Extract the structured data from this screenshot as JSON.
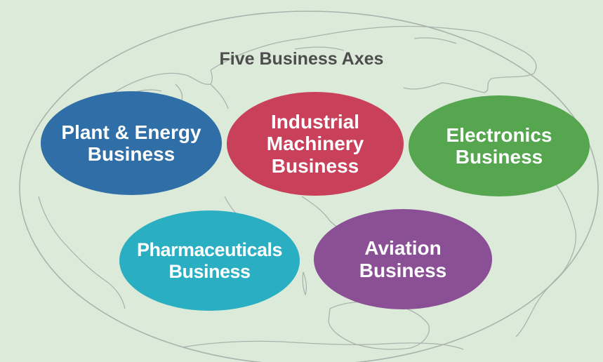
{
  "title": "Five Business Axes",
  "colors": {
    "background": "#dcebd9",
    "map_line": "#a9b3ad",
    "title": "#4d4d4d",
    "plant": "#2f6ea6",
    "industrial": "#c9405a",
    "electronics": "#56a650",
    "pharmaceuticals": "#2aaec2",
    "aviation": "#8b4f96"
  },
  "bubbles": {
    "plant": {
      "line1": "Plant & Energy",
      "line2": "Business"
    },
    "industrial": {
      "line1": "Industrial",
      "line2": "Machinery",
      "line3": "Business"
    },
    "electronics": {
      "line1": "Electronics",
      "line2": "Business"
    },
    "pharmaceuticals": {
      "line1": "Pharmaceuticals",
      "line2": "Business"
    },
    "aviation": {
      "line1": "Aviation",
      "line2": "Business"
    }
  }
}
